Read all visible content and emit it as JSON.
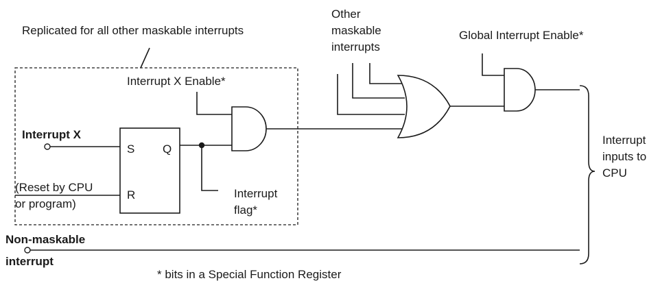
{
  "labels": {
    "replicated_note": "Replicated for all other maskable interrupts",
    "interrupt_x_enable": "Interrupt X Enable*",
    "interrupt_x": "Interrupt X",
    "s_pin": "S",
    "q_pin": "Q",
    "r_pin": "R",
    "reset_line1": "(Reset by CPU",
    "reset_line2": "or program)",
    "interrupt_flag_line1": "Interrupt",
    "interrupt_flag_line2": "flag*",
    "other_line1": "Other",
    "other_line2": "maskable",
    "other_line3": "interrupts",
    "global_enable": "Global Interrupt Enable*",
    "cpu_line1": "Interrupt",
    "cpu_line2": "inputs to",
    "cpu_line3": "CPU",
    "nonmaskable_line1": "Non-maskable",
    "nonmaskable_line2": "interrupt",
    "footnote": "* bits in a Special Function Register"
  }
}
